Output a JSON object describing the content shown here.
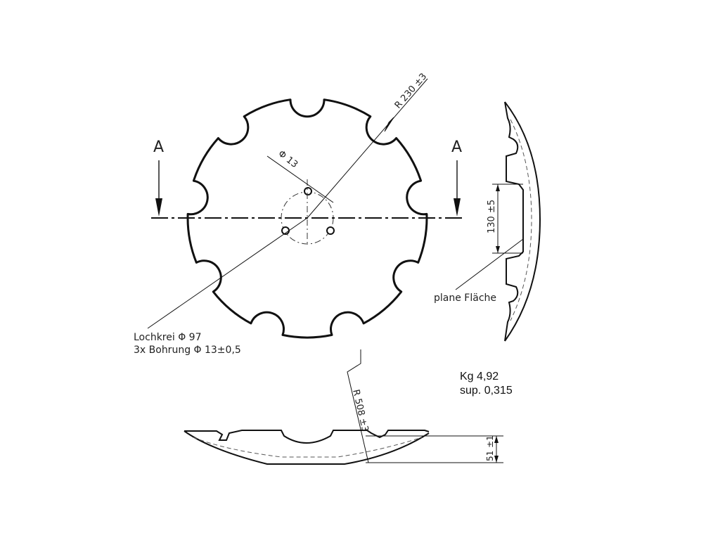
{
  "section_marker": "A",
  "radius_label": "R 230 ±3",
  "hole_diameter_label": "Φ 13",
  "bolt_circle_label": "Lochkrei Φ 97",
  "bore_label": "3x Bohrung Φ 13±0,5",
  "face_height_label": "130 ±5",
  "flat_face_label": "plane Fläche",
  "sphere_radius_label": "R 508 ±3",
  "depth_label": "51 ±1",
  "weight_label": "Kg 4,92",
  "surface_label": "sup. 0,315"
}
